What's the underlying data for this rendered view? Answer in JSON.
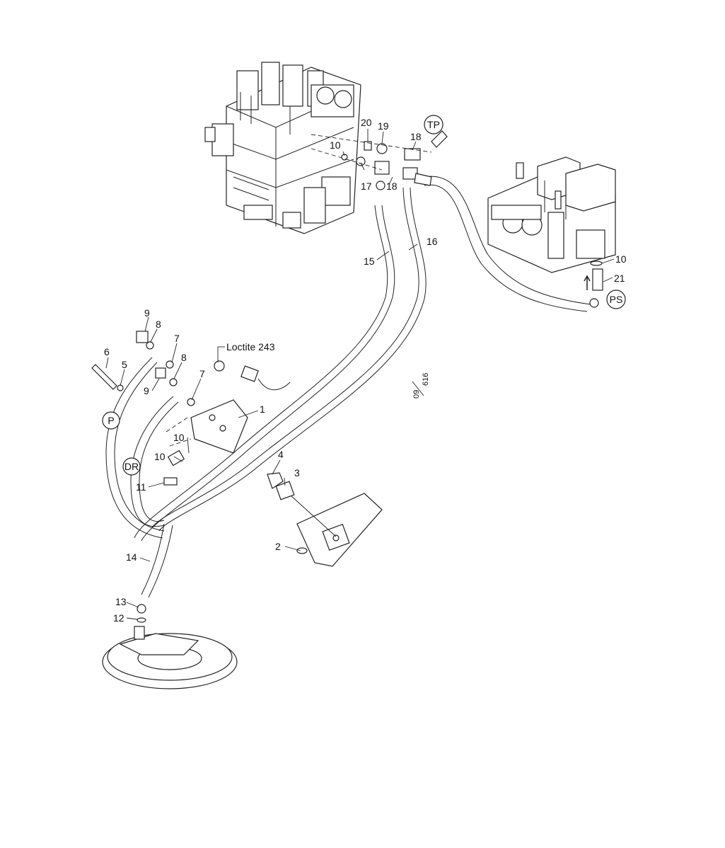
{
  "callouts": {
    "c1": "1",
    "c2": "2",
    "c3": "3",
    "c4": "4",
    "c5": "5",
    "c6": "6",
    "c7a": "7",
    "c7b": "7",
    "c8a": "8",
    "c8b": "8",
    "c9a": "9",
    "c9b": "9",
    "c10a": "10",
    "c10b": "10",
    "c10c": "10",
    "c10d": "10",
    "c11": "11",
    "c12": "12",
    "c13": "13",
    "c14": "14",
    "c15": "15",
    "c16": "16",
    "c17": "17",
    "c18a": "18",
    "c18b": "18",
    "c19": "19",
    "c20": "20",
    "c21": "21"
  },
  "port_markers": {
    "tp": "TP",
    "ps": "PS",
    "p": "P",
    "dr": "DR"
  },
  "notes": {
    "loctite": "Loctite 243"
  },
  "drawing_code": {
    "top": "09",
    "bottom": "616"
  }
}
